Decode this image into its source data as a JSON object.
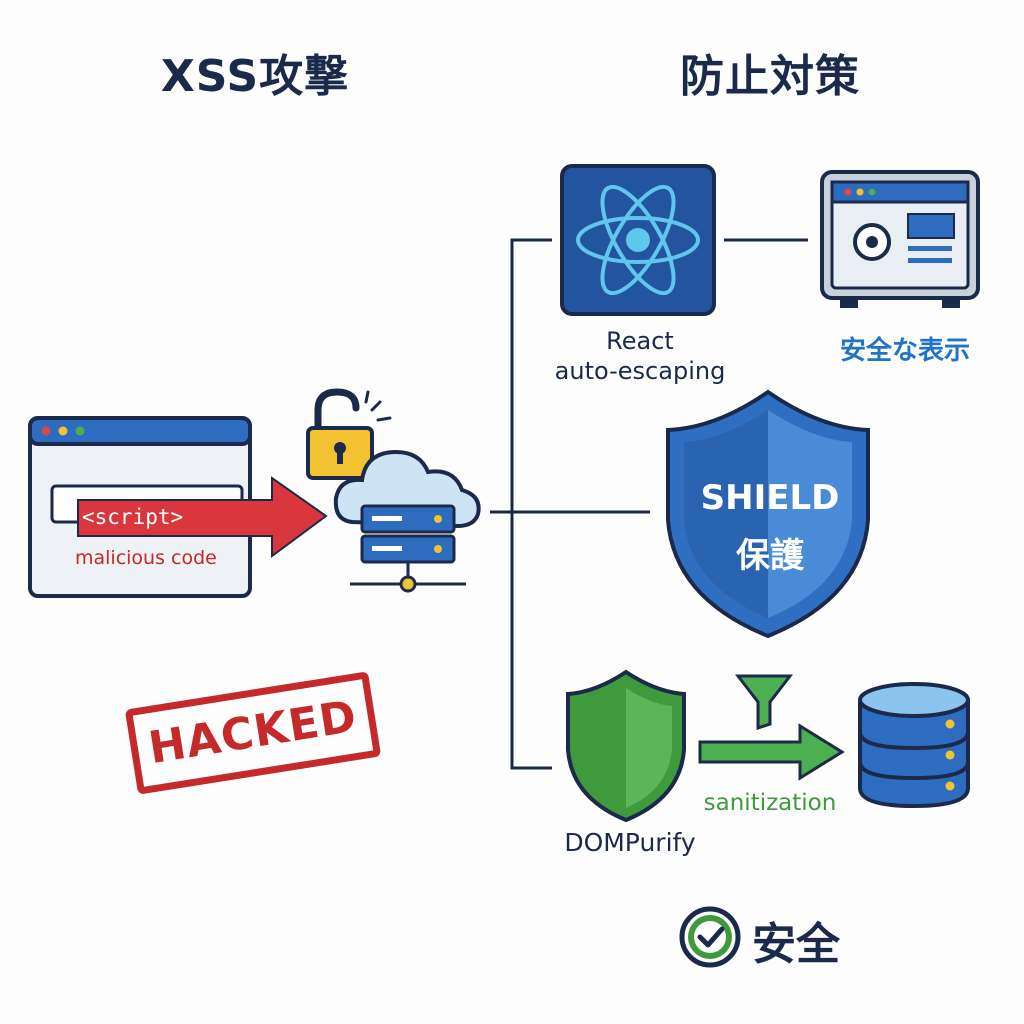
{
  "titles": {
    "left": "XSS攻撃",
    "right": "防止対策"
  },
  "attack": {
    "script_tag": "<script>",
    "malicious_code": "malicious code",
    "stamp": "HACKED"
  },
  "defense": {
    "react_label_line1": "React",
    "react_label_line2": "auto-escaping",
    "safe_display": "安全な表示",
    "shield_line1": "SHIELD",
    "shield_line2": "保護",
    "dompurify": "DOMPurify",
    "sanitization": "sanitization",
    "safe": "安全"
  },
  "colors": {
    "navy": "#1b2a4a",
    "react_blue": "#23549f",
    "attack_red": "#d9363e",
    "shield_blue": "#2f6fc2",
    "dompurify_green": "#3f9a3b",
    "lock_yellow": "#f2c230"
  },
  "icons": [
    "browser-window-icon",
    "padlock-open-icon",
    "cloud-server-icon",
    "react-atom-icon",
    "safe-vault-icon",
    "shield-icon",
    "green-shield-icon",
    "funnel-filter-icon",
    "database-icon",
    "checkmark-circle-icon"
  ]
}
